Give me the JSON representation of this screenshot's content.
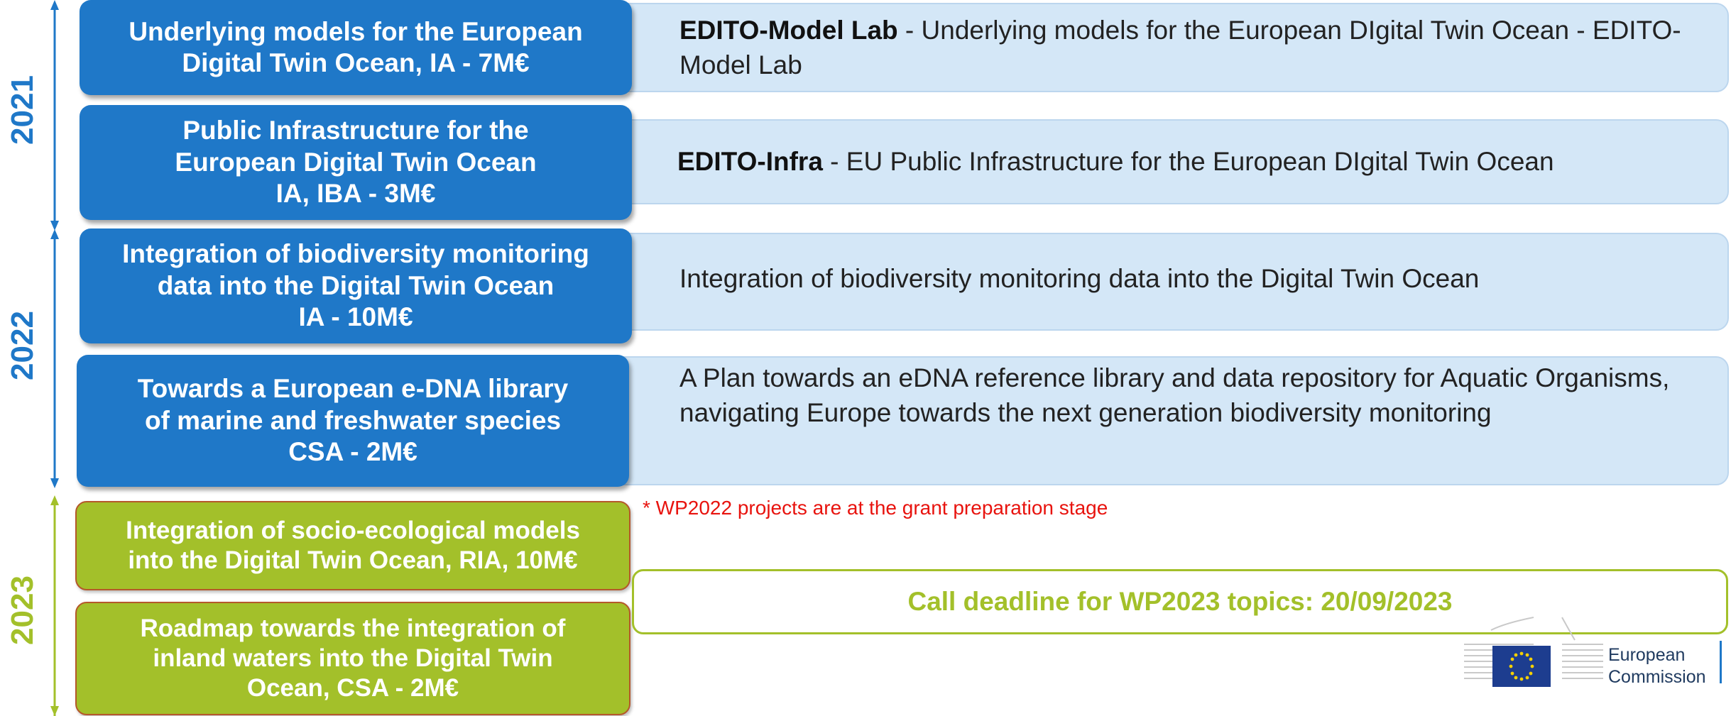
{
  "years": [
    {
      "label": "2021",
      "color": "#1f78c8"
    },
    {
      "label": "2022",
      "color": "#1f78c8"
    },
    {
      "label": "2023",
      "color": "#a3c02a"
    }
  ],
  "topics": [
    {
      "text": "Underlying models for the European\nDigital Twin Ocean, IA - 7M€",
      "year": "2021"
    },
    {
      "text": "Public Infrastructure for the\nEuropean Digital Twin Ocean\nIA, IBA - 3M€",
      "year": "2021"
    },
    {
      "text": "Integration of biodiversity monitoring\ndata into the Digital Twin Ocean\nIA - 10M€",
      "year": "2022"
    },
    {
      "text": "Towards a European e-DNA library\nof marine and freshwater species\nCSA - 2M€",
      "year": "2022"
    },
    {
      "text": "Integration of socio-ecological models\ninto the Digital Twin Ocean, RIA, 10M€",
      "year": "2023"
    },
    {
      "text": "Roadmap towards the integration of\ninland waters into the Digital Twin\nOcean, CSA - 2M€",
      "year": "2023"
    }
  ],
  "projects": [
    {
      "name": "EDITO-Model Lab",
      "text": " - Underlying  models for the European DIgital Twin Ocean - EDITO-Model Lab"
    },
    {
      "name": "EDITO-Infra",
      "text": " - EU Public  Infrastructure for the European  DIgital Twin Ocean"
    },
    {
      "name": "",
      "text": "Integration of biodiversity monitoring  data into the Digital Twin Ocean"
    },
    {
      "name": "",
      "text": "A Plan towards an eDNA reference library and data repository for Aquatic Organisms, navigating  Europe towards the next generation biodiversity monitoring"
    }
  ],
  "note": "* WP2022 projects are at the grant preparation  stage",
  "deadline": "Call deadline for WP2023 topics: 20/09/2023",
  "logo": {
    "line1": "European",
    "line2": "Commission"
  },
  "colors": {
    "blue": "#1f78c8",
    "green": "#a3c02a",
    "light_blue": "#d4e7f7",
    "red": "#e8130e"
  }
}
